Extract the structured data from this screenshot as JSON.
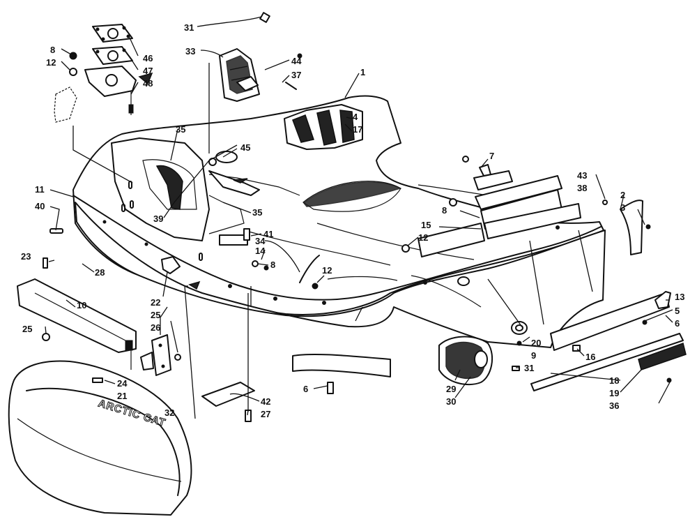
{
  "callouts": [
    "31",
    "33",
    "44",
    "37",
    "1",
    "46",
    "47",
    "48",
    "8",
    "12",
    "35",
    "45",
    "4",
    "17",
    "11",
    "40",
    "39",
    "35",
    "41",
    "34",
    "14",
    "8",
    "12",
    "7",
    "8",
    "43",
    "38",
    "2",
    "3",
    "15",
    "12",
    "23",
    "28",
    "22",
    "10",
    "25",
    "26",
    "25",
    "24",
    "21",
    "32",
    "42",
    "27",
    "6",
    "29",
    "30",
    "31",
    "20",
    "9",
    "16",
    "13",
    "5",
    "6",
    "18",
    "19",
    "36"
  ],
  "logo_text": "ARCTIC CAT"
}
